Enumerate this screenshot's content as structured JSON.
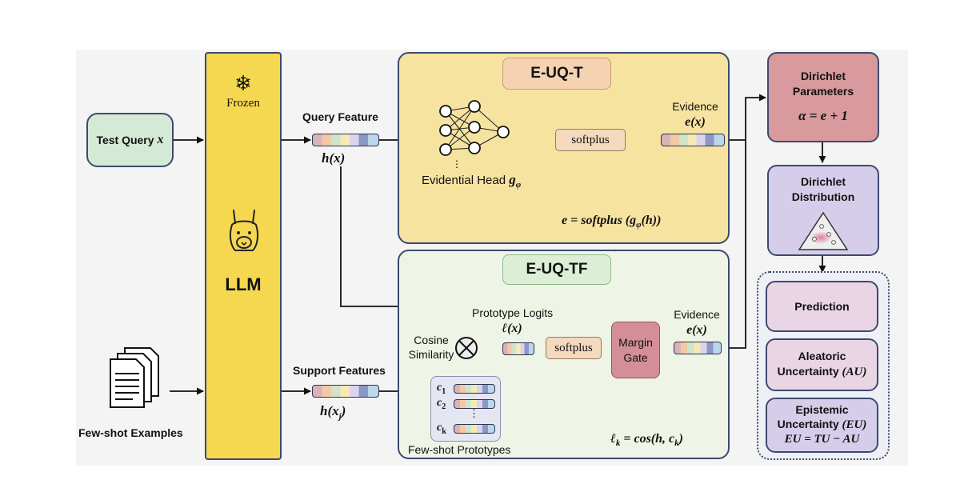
{
  "colors": {
    "llm_fill": "#f6d850",
    "euqt_fill": "#f6e3a0",
    "euqtf_fill": "#eef5e6",
    "test_query_fill": "#d4ead6",
    "dirichlet_params_fill": "#d89a9c",
    "dirichlet_dist_fill": "#d6cdea",
    "output_fill": "#e9d5e3",
    "margin_gate_fill": "#d48e98",
    "softplus_fill": "#f3d9bd"
  },
  "icons": [
    "snowflake-icon",
    "llama-icon",
    "neural-network-icon",
    "documents-icon",
    "otimes-icon",
    "simplex-icon"
  ],
  "llm": {
    "frozen": "Frozen",
    "label": "LLM"
  },
  "inputs": {
    "test_query": "Test Query",
    "test_query_var": "x",
    "few_shot": "Few-shot Examples"
  },
  "features": {
    "query_feature": "Query Feature",
    "query_math": "h(x)",
    "support_features": "Support Features",
    "support_math_base": "h(x",
    "support_math_sub": "j",
    "support_math_end": ")"
  },
  "euqt": {
    "title": "E-UQ-T",
    "head_label": "Evidential Head",
    "head_math": "g",
    "head_sub": "φ",
    "softplus": "softplus",
    "evidence": "Evidence",
    "evidence_math": "e(x)",
    "formula_left": "e = softplus (g",
    "formula_sub": "φ",
    "formula_right": "(h))"
  },
  "euqtf": {
    "title": "E-UQ-TF",
    "prototype_logits": "Prototype Logits",
    "logits_math": "ℓ(x)",
    "cosine_line1": "Cosine",
    "cosine_line2": "Similarity",
    "softplus": "softplus",
    "margin_gate_line1": "Margin",
    "margin_gate_line2": "Gate",
    "evidence": "Evidence",
    "evidence_math": "e(x)",
    "prototypes_label": "Few-shot Prototypes",
    "c1": "c",
    "c1_sub": "1",
    "c2": "c",
    "c2_sub": "2",
    "ck": "c",
    "ck_sub": "k",
    "vdots": "⋮",
    "formula_left": "ℓ",
    "formula_left_sub": "k",
    "formula_mid": " = cos(h, c",
    "formula_right_sub": "k",
    "formula_end": ")"
  },
  "dirichlet": {
    "params_line1": "Dirichlet",
    "params_line2": "Parameters",
    "params_math": "α = e + 1",
    "dist_line1": "Dirichlet",
    "dist_line2": "Distribution"
  },
  "outputs": {
    "prediction": "Prediction",
    "aleatoric_line1": "Aleatoric",
    "aleatoric_line2": "Uncertainty",
    "aleatoric_math": "(AU)",
    "epistemic_line1": "Epistemic",
    "epistemic_line2": "Uncertainty",
    "epistemic_math": "(EU)",
    "epistemic_formula": "EU = TU − AU"
  }
}
